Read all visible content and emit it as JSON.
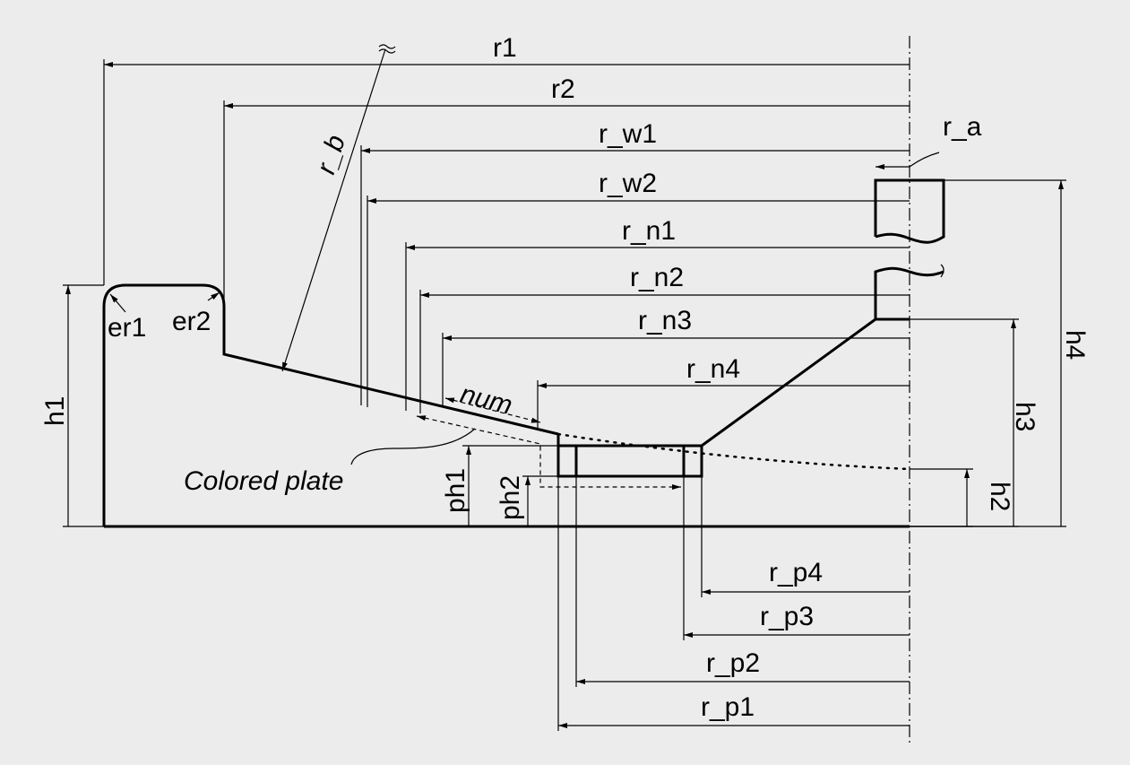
{
  "labels": {
    "r1": "r1",
    "r2": "r2",
    "r_w1": "r_w1",
    "r_w2": "r_w2",
    "r_n1": "r_n1",
    "r_n2": "r_n2",
    "r_n3": "r_n3",
    "r_n4": "r_n4",
    "r_a": "r_a",
    "r_b": "r_b",
    "num": "num",
    "colored_plate": "Colored plate",
    "er1": "er1",
    "er2": "er2",
    "h1": "h1",
    "h2": "h2",
    "h3": "h3",
    "h4": "h4",
    "ph1": "ph1",
    "ph2": "ph2",
    "r_p1": "r_p1",
    "r_p2": "r_p2",
    "r_p3": "r_p3",
    "r_p4": "r_p4"
  },
  "colors": {
    "background": "#ececec",
    "line": "#000000"
  }
}
